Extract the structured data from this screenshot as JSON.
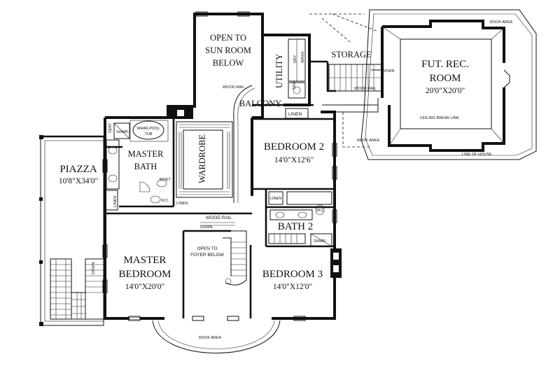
{
  "labels": {
    "open_sunroom_1": "OPEN TO",
    "open_sunroom_2": "SUN ROOM",
    "open_sunroom_3": "BELOW",
    "utility": "UTILITY",
    "dry": "DRY",
    "wash": "WASH",
    "sink": "SINK",
    "storage": "STORAGE",
    "fut_rec_1": "FUT. REC.",
    "fut_rec_2": "ROOM",
    "fut_rec_dim": "20'0\"X20'0\"",
    "roof_area_top": "ROOF AREA",
    "roof_area_mid": "ROOF AREA",
    "roof_area_bottom": "ROOF AREA",
    "ceiling_break": "CEILING BREAK LINE",
    "line_of_house": "LINE OF HOUSE",
    "down_stairs_top": "DOWN",
    "wood_rail_top": "WOOD RAIL",
    "wood_rail_balcony": "WOOD RAIL",
    "balcony": "BALCONY",
    "linen_balcony": "LINEN",
    "seat": "SEAT",
    "shwr_master": "SHWR.",
    "whirlpool_1": "WHIRLPOOL",
    "whirlpool_2": "TUB",
    "wardrobe": "WARDROBE",
    "master_bath_1": "MASTER",
    "master_bath_2": "BATH",
    "bidet": "BIDET",
    "wc_master": "W.C.",
    "linen_master_1": "LINEN",
    "linen_master_2": "LINEN",
    "bedroom2": "BEDROOM 2",
    "bedroom2_dim": "14'0\"X12'6\"",
    "piazza": "PIAZZA",
    "piazza_dim": "10'8\"X34'0\"",
    "linen_bath2": "LINEN",
    "wc_bath2": "W.C.",
    "bath2": "BATH 2",
    "shwr_bath2": "SHWR.",
    "wood_rail_mid": "WOOD RAIL",
    "down_mid": "DOWN",
    "open_foyer_1": "OPEN TO",
    "open_foyer_2": "FOYER BELOW",
    "master_bedroom_1": "MASTER",
    "master_bedroom_2": "BEDROOM",
    "master_bedroom_dim": "14'0\"X20'0\"",
    "bedroom3": "BEDROOM 3",
    "bedroom3_dim": "14'0\"X12'0\"",
    "down_piazza": "DOWN"
  }
}
